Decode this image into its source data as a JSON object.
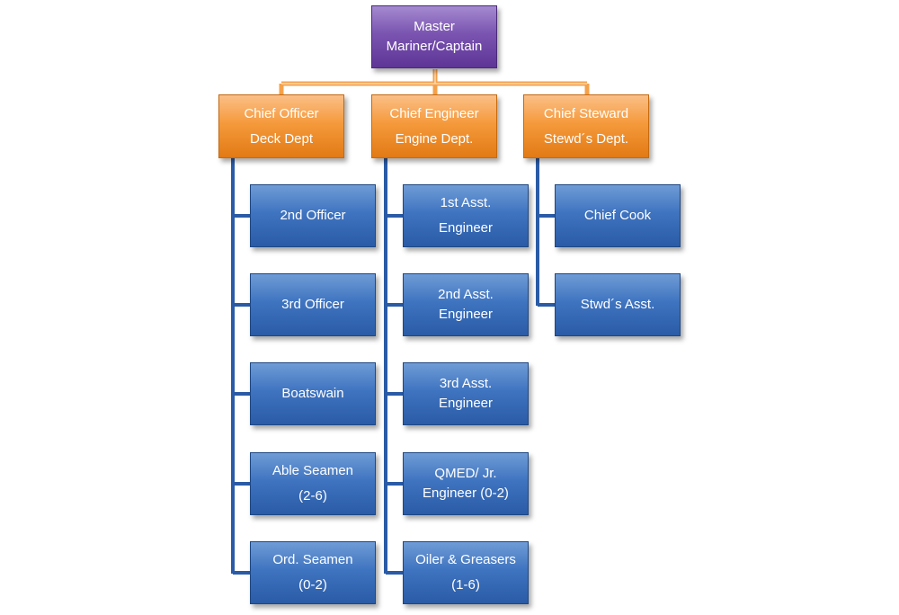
{
  "root": {
    "line1": "Master",
    "line2": "Mariner/Captain"
  },
  "departments": [
    {
      "line1": "Chief Officer",
      "line2": "Deck Dept"
    },
    {
      "line1": "Chief Engineer",
      "line2": "Engine Dept."
    },
    {
      "line1": "Chief Steward",
      "line2": "Stewd´s Dept."
    }
  ],
  "deck": [
    {
      "line1": "2nd Officer",
      "line2": ""
    },
    {
      "line1": "3rd Officer",
      "line2": ""
    },
    {
      "line1": "Boatswain",
      "line2": ""
    },
    {
      "line1": "Able Seamen",
      "line2": "(2-6)"
    },
    {
      "line1": "Ord. Seamen",
      "line2": "(0-2)"
    }
  ],
  "engine": [
    {
      "line1": "1st Asst.",
      "line2": "Engineer"
    },
    {
      "line1": "2nd Asst.",
      "line2": "Engineer"
    },
    {
      "line1": "3rd Asst.",
      "line2": "Engineer"
    },
    {
      "line1": "QMED/ Jr.",
      "line2": "Engineer (0-2)"
    },
    {
      "line1": "Oiler & Greasers",
      "line2": "(1-6)"
    }
  ],
  "steward": [
    {
      "line1": "Chief Cook",
      "line2": ""
    },
    {
      "line1": "Stwd´s Asst.",
      "line2": ""
    }
  ],
  "colors": {
    "root": "#7a54b0",
    "department": "#f59a3c",
    "staff": "#3f74c0",
    "connector_top": "#f5a14a",
    "connector_branch": "#2a5ba6"
  }
}
